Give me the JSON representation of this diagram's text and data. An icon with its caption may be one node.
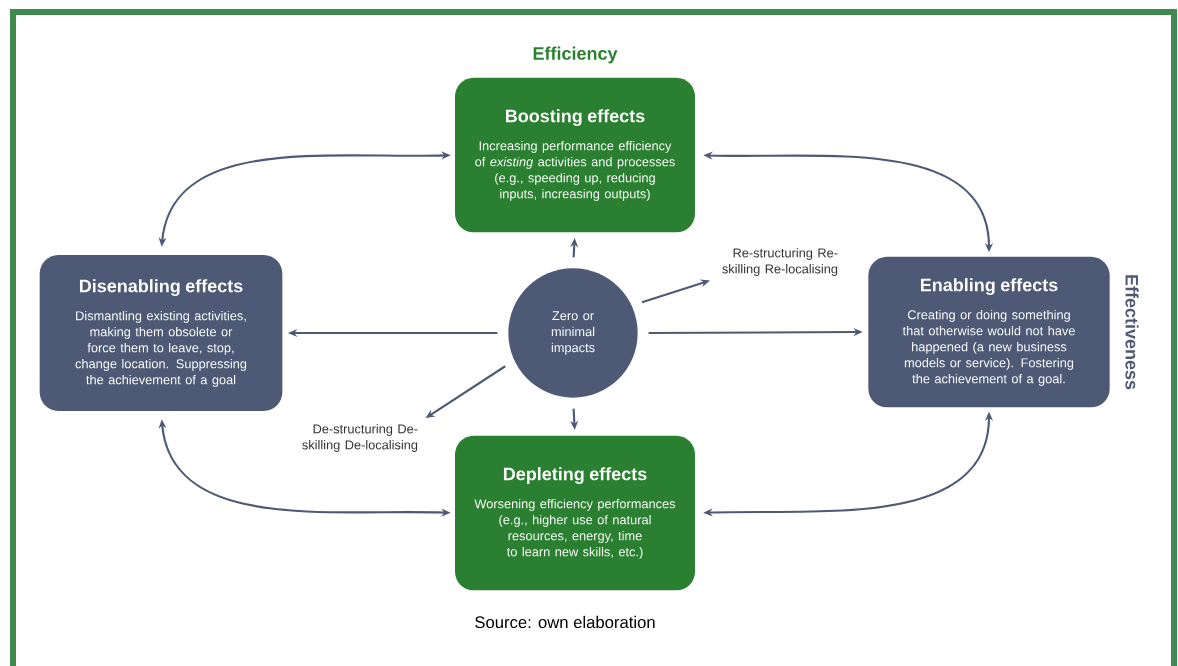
{
  "diagram": {
    "caption": "Source: own elaboration",
    "nodes": [
      {
        "text": [
          "Boosting effects",
          "Increasing performance efficiency of *existing* activities and processes (e.g., speeding up, reducing inputs, increasing outputs)"
        ]
      },
      {
        "text": [
          "Disenabling effects",
          "Dismantling existing activities, making them obsolete or force them to leave, stop, change location. Suppressing the achievement of a goal"
        ]
      },
      {
        "text": [
          "Zero or minimal impacts"
        ]
      },
      {
        "text": [
          "Enabling effects",
          "Creating or doing something that otherwise would not have happened (a new business models or service). Fostering the achievement of a goal."
        ]
      },
      {
        "text": [
          "Depleting effects",
          "Worsening efficiency performances (e.g., higher use of natural resources, energy, time to learn new skills, etc.)"
        ]
      },
      {
        "text": [
          "Re-structuring Re-skilling Re-localising"
        ]
      },
      {
        "text": [
          "De-structuring De-skilling De-localising"
        ]
      }
    ],
    "edges": [
      {
        "from": 2,
        "to": 0,
        "arrow": "to"
      },
      {
        "from": 2,
        "to": 1,
        "arrow": "to"
      },
      {
        "from": 2,
        "to": 3,
        "arrow": "to"
      },
      {
        "from": 2,
        "to": 4,
        "arrow": "to"
      },
      {
        "from": 2,
        "to": 5,
        "arrow": "to"
      },
      {
        "from": 2,
        "to": 6,
        "arrow": "to"
      },
      {
        "from": 1,
        "to": 0,
        "arrow": "both"
      },
      {
        "from": 0,
        "to": 3,
        "arrow": "both"
      },
      {
        "from": 1,
        "to": 4,
        "arrow": "both"
      },
      {
        "from": 4,
        "to": 3,
        "arrow": "both"
      }
    ],
    "labels": [
      "Efficiency",
      "Effectiveness"
    ]
  }
}
